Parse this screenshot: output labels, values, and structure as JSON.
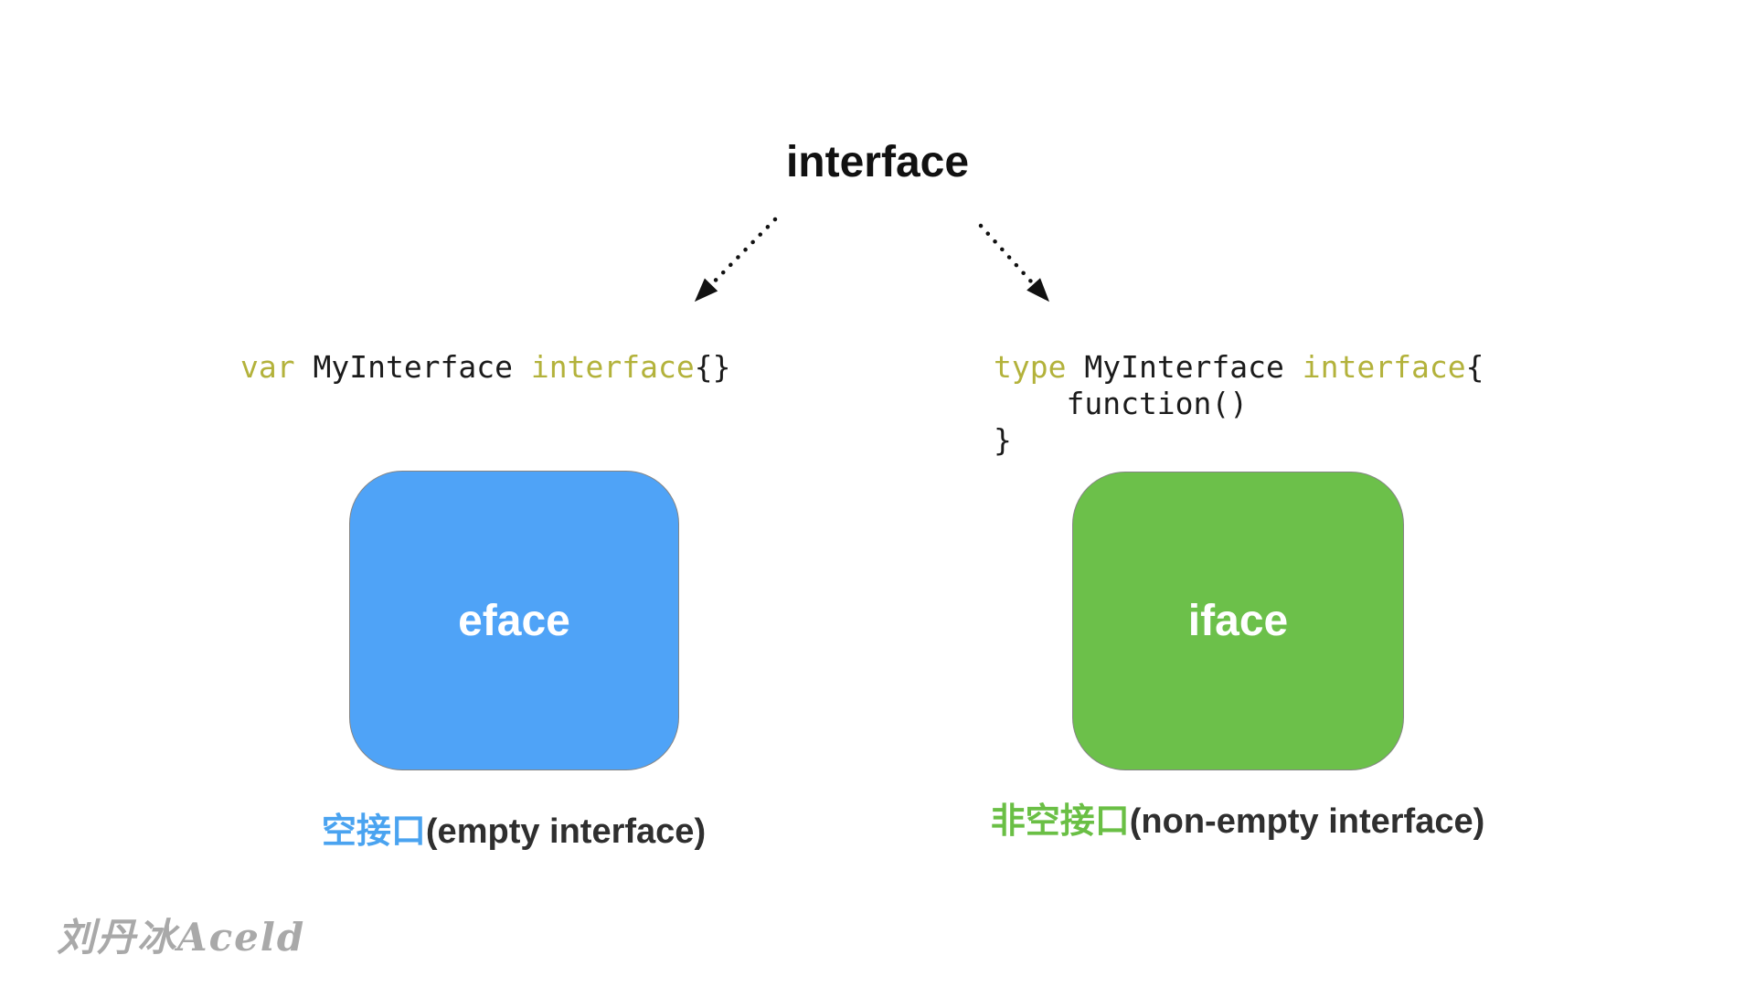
{
  "title": "interface",
  "colors": {
    "keyword": "#b3b23b",
    "code_text": "#1b1b1b",
    "eface_fill": "#4fa3f7",
    "iface_fill": "#6cc04a",
    "box_border": "#858585",
    "box_label_text": "#ffffff",
    "caption_blue": "#4aa3f0",
    "caption_green": "#6abf45",
    "caption_dark": "#2f2f2f",
    "arrow": "#111111",
    "watermark": "#a9a9a9"
  },
  "left_branch": {
    "code_tokens": [
      {
        "t": "var"
      },
      {
        "t": " MyInterface "
      },
      {
        "t": "interface"
      },
      {
        "t": "{}"
      }
    ],
    "box_label": "eface",
    "caption_zh": "空接口",
    "caption_en": "(empty interface)"
  },
  "right_branch": {
    "code_line1_tokens": [
      {
        "t": "type"
      },
      {
        "t": " MyInterface "
      },
      {
        "t": "interface"
      },
      {
        "t": "{"
      }
    ],
    "code_line2": "    function()",
    "code_line3": "}",
    "box_label": "iface",
    "caption_zh": "非空接口",
    "caption_en": "(non-empty interface)"
  },
  "watermark": "刘丹冰Aceld"
}
